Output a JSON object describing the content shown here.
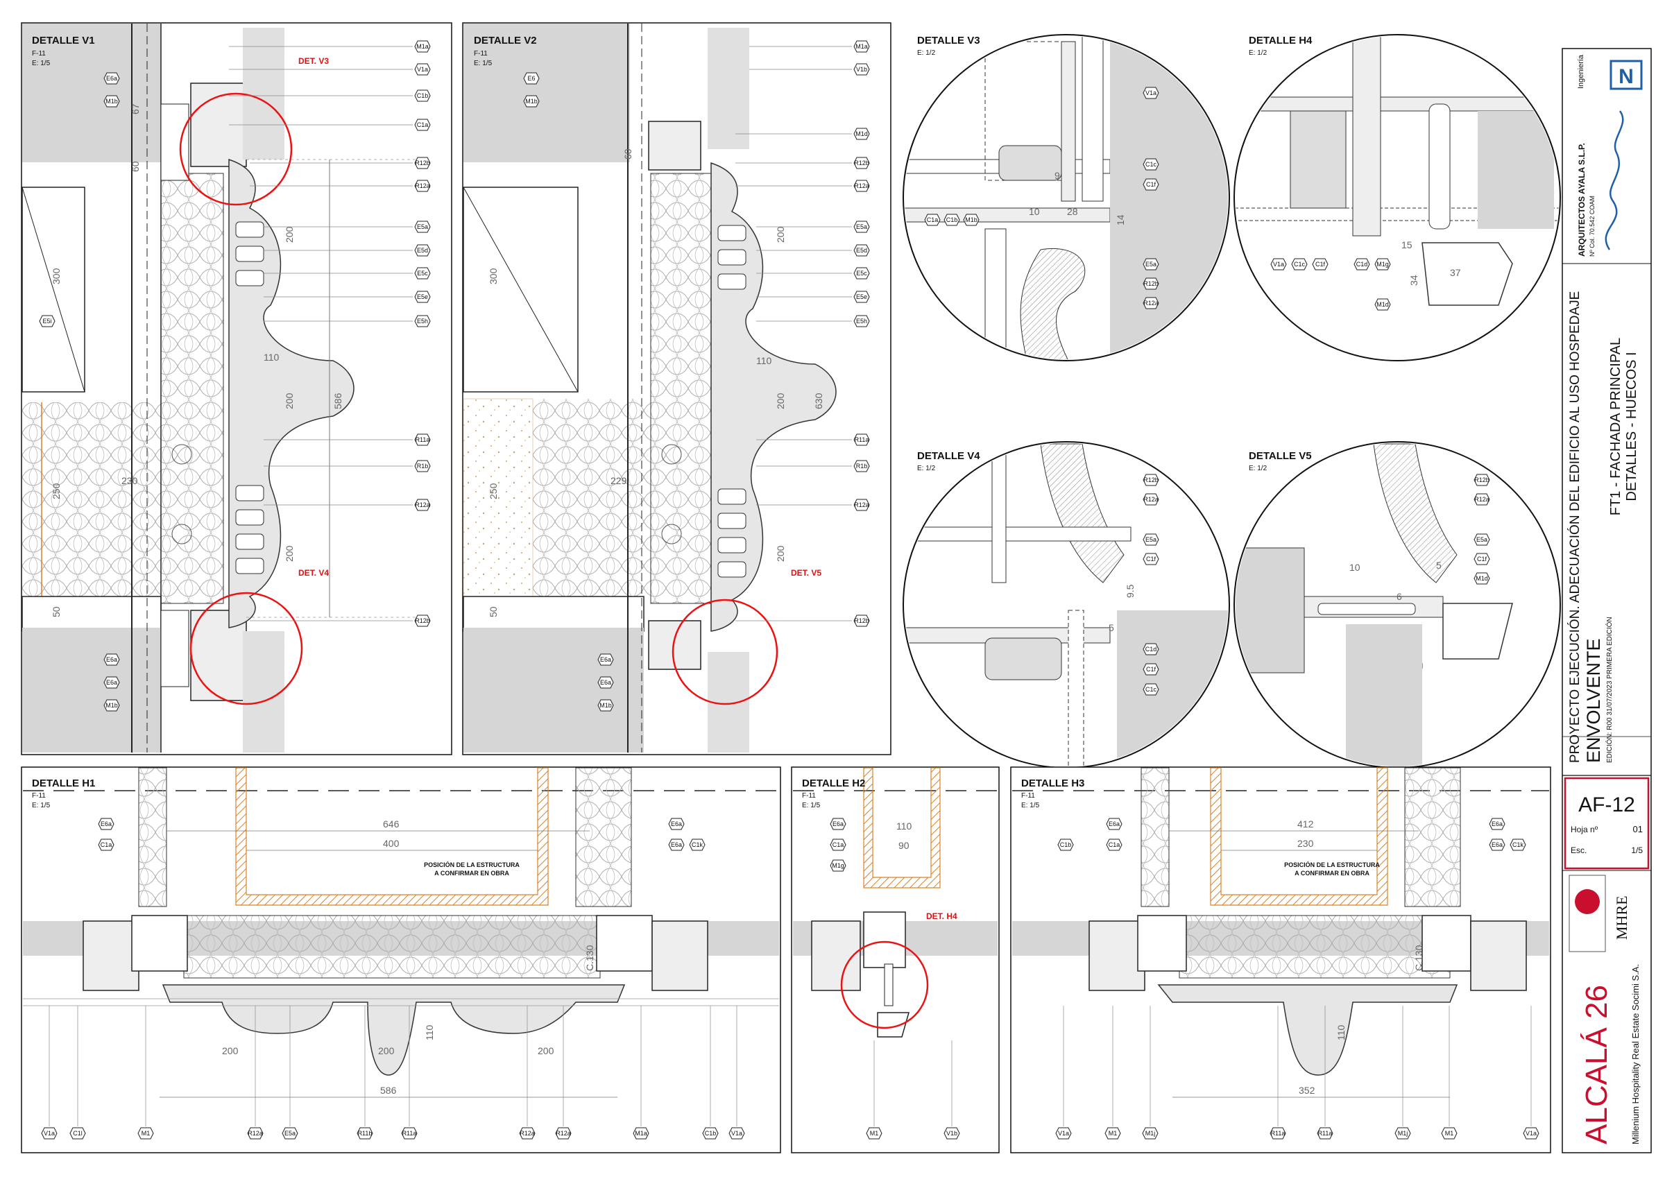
{
  "details": {
    "v1": {
      "title": "DETALLE V1",
      "ref": "F-11",
      "scale": "E: 1/5",
      "tags_right": [
        "M1a",
        "V1a",
        "C1b",
        "C1a",
        "R12b",
        "R12a",
        "E5a",
        "E5d",
        "E5c",
        "E5e",
        "E5h",
        "R11a",
        "R1b",
        "R12a",
        "R12b"
      ],
      "tags_left": [
        "E6a",
        "M1b",
        "E5i",
        "E6a",
        "E6a",
        "M1b"
      ],
      "dims": [
        "67",
        "60",
        "300",
        "250",
        "230",
        "50",
        "200",
        "110",
        "200",
        "586",
        "200"
      ],
      "callouts": [
        "DET. V3",
        "DET. V4"
      ]
    },
    "v2": {
      "title": "DETALLE V2",
      "ref": "F-11",
      "scale": "E: 1/5",
      "tags_right": [
        "M1a",
        "V1b",
        "M1d",
        "R12b",
        "R12a",
        "E5a",
        "E5d",
        "E5c",
        "E5e",
        "E5h",
        "R11a",
        "R1b",
        "R12a",
        "R12b"
      ],
      "tags_left": [
        "E6",
        "M1b",
        "E6a",
        "E6a",
        "M1b"
      ],
      "dims": [
        "60",
        "300",
        "250",
        "229",
        "50",
        "200",
        "110",
        "200",
        "630",
        "200"
      ],
      "callouts": [
        "DET. V5"
      ]
    },
    "v3": {
      "title": "DETALLE V3",
      "scale": "E: 1/2",
      "tags": [
        "V1a",
        "C1c",
        "C1f",
        "C1a",
        "C1b",
        "M1b",
        "E5a",
        "R12b",
        "R12a"
      ],
      "dims": [
        "9",
        "10",
        "28",
        "14"
      ]
    },
    "h4": {
      "title": "DETALLE H4",
      "scale": "E: 1/2",
      "tags": [
        "V1a",
        "C1c",
        "C1f",
        "C1d",
        "M1g",
        "M1d"
      ],
      "dims": [
        "15",
        "37",
        "34"
      ]
    },
    "v4": {
      "title": "DETALLE V4",
      "scale": "E: 1/2",
      "tags": [
        "R12b",
        "R12a",
        "E5a",
        "C1f",
        "C1d",
        "C1f",
        "C1c"
      ],
      "dims": [
        "9.5",
        "5"
      ]
    },
    "v5": {
      "title": "DETALLE V5",
      "scale": "E: 1/2",
      "tags": [
        "R12b",
        "R12a",
        "E5a",
        "C1f",
        "M1d"
      ],
      "dims": [
        "10",
        "5",
        "6"
      ]
    },
    "h1": {
      "title": "DETALLE H1",
      "ref": "F-11",
      "scale": "E: 1/5",
      "tags_top": [
        "E6a",
        "C1a",
        "E6a",
        "E6a",
        "C1k"
      ],
      "tags_bottom": [
        "V1a",
        "C1l",
        "M1",
        "R12a",
        "E5a",
        "R11b",
        "R11a",
        "R12a",
        "R12a",
        "M1a",
        "C1b",
        "V1a"
      ],
      "dims": [
        "646",
        "400",
        "200",
        "200",
        "200",
        "110",
        "586",
        "C.130"
      ],
      "note": [
        "POSICIÓN DE LA ESTRUCTURA",
        "A CONFIRMAR EN OBRA"
      ]
    },
    "h2": {
      "title": "DETALLE H2",
      "ref": "F-11",
      "scale": "E: 1/5",
      "tags_top": [
        "E6a",
        "C1a",
        "M1g"
      ],
      "tags_bottom": [
        "M1",
        "V1b"
      ],
      "dims": [
        "110",
        "90"
      ],
      "callouts": [
        "DET. H4"
      ]
    },
    "h3": {
      "title": "DETALLE H3",
      "ref": "F-11",
      "scale": "E: 1/5",
      "tags_top": [
        "C1b",
        "E6a",
        "C1a",
        "E6a",
        "E6a",
        "C1k"
      ],
      "tags_bottom": [
        "V1a",
        "M1",
        "M1j",
        "R11a",
        "R11a",
        "M1j",
        "M1",
        "V1a"
      ],
      "dims": [
        "412",
        "230",
        "110",
        "352",
        "C.130"
      ],
      "note": [
        "POSICIÓN DE LA ESTRUCTURA",
        "A CONFIRMAR EN OBRA"
      ]
    }
  },
  "title_block": {
    "project": "PROYECTO EJECUCIÓN. ADECUACIÓN DEL EDIFICIO AL USO HOSPEDAJE",
    "section": "ENVOLVENTE",
    "sheet_title_1": "FT1 - FACHADA PRINCIPAL",
    "sheet_title_2": "DETALLES - HUECOS I",
    "edition": "EDICIÓN:  R00  31/07/2023  PRIMERA EDICIÓN",
    "sheet_code": "AF-12",
    "sheet_no_label": "Hoja nº",
    "sheet_no": "01",
    "scale_label": "Esc.",
    "scale": "1/5",
    "building": "ALCALÁ 26",
    "client": "Millenium Hospitality Real Estate Socimi S.A.",
    "client_logo": "MHRE",
    "architect": "ARQUITECTOS AYALA S.L.P.",
    "architect_reg": "Nº Col. 70.542 COAM",
    "engineering_label": "Ingeniería",
    "engineering_logo": "N",
    "accent_color": "#c8102e",
    "logo_blue": "#1f5fa8"
  }
}
